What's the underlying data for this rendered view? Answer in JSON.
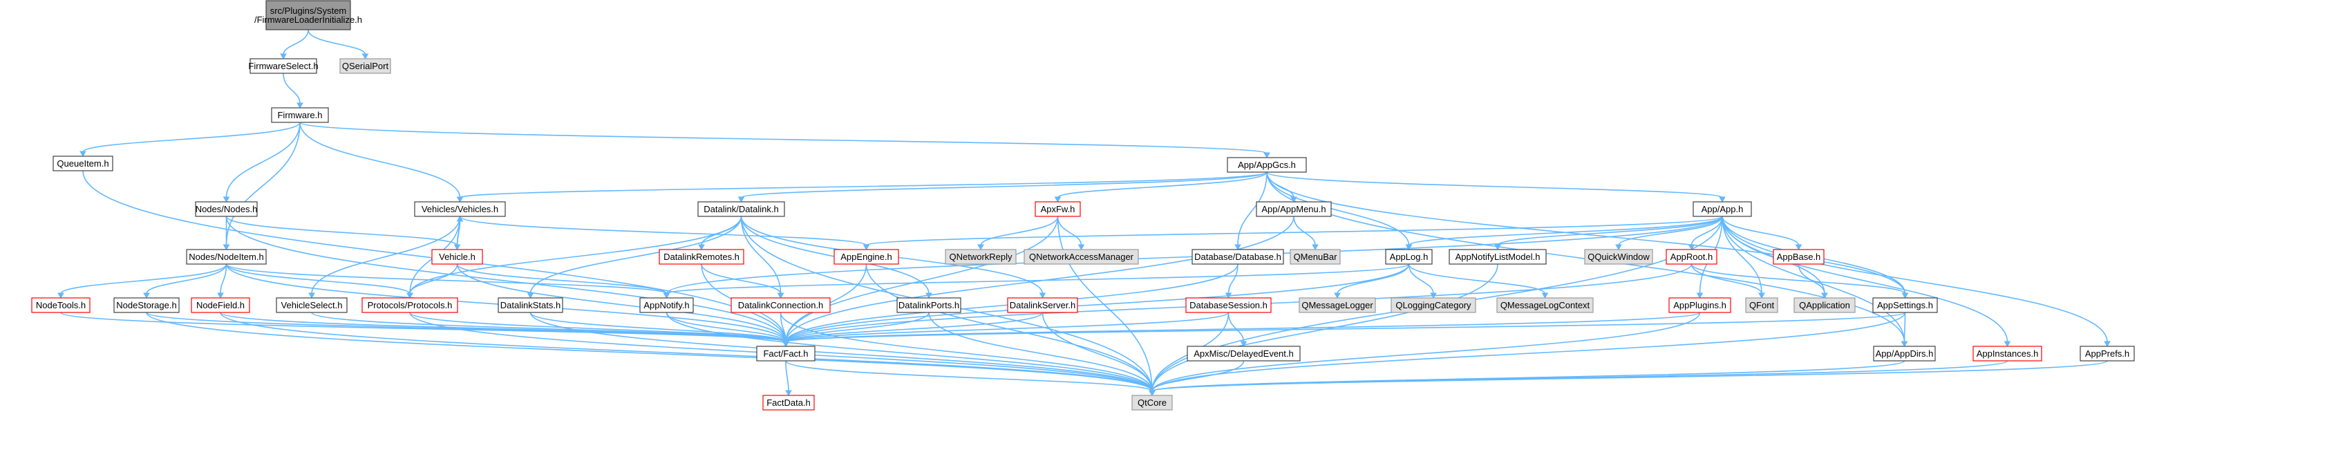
{
  "colors": {
    "edge": "#63b8ff",
    "node_fill": "#ffffff",
    "node_border": "#404040",
    "root_fill": "#999999",
    "external_fill": "#e0e0e0",
    "external_border": "#999999",
    "red_border": "#ff0000",
    "text": "#000000"
  },
  "nodes": [
    {
      "id": "root",
      "lines": [
        "src/Plugins/System",
        "/FirmwareLoaderInitialize.h"
      ],
      "kind": "root"
    },
    {
      "id": "firmwareselect",
      "lines": [
        "FirmwareSelect.h"
      ],
      "kind": "normal"
    },
    {
      "id": "qserialport",
      "lines": [
        "QSerialPort"
      ],
      "kind": "external"
    },
    {
      "id": "firmware",
      "lines": [
        "Firmware.h"
      ],
      "kind": "normal"
    },
    {
      "id": "queueitem",
      "lines": [
        "QueueItem.h"
      ],
      "kind": "normal"
    },
    {
      "id": "appgcs",
      "lines": [
        "App/AppGcs.h"
      ],
      "kind": "normal"
    },
    {
      "id": "nodes",
      "lines": [
        "Nodes/Nodes.h"
      ],
      "kind": "normal"
    },
    {
      "id": "vehicles",
      "lines": [
        "Vehicles/Vehicles.h"
      ],
      "kind": "normal"
    },
    {
      "id": "datalink",
      "lines": [
        "Datalink/Datalink.h"
      ],
      "kind": "normal"
    },
    {
      "id": "apxfw",
      "lines": [
        "ApxFw.h"
      ],
      "kind": "red"
    },
    {
      "id": "appmenu",
      "lines": [
        "App/AppMenu.h"
      ],
      "kind": "normal"
    },
    {
      "id": "app",
      "lines": [
        "App/App.h"
      ],
      "kind": "normal"
    },
    {
      "id": "nodeitem",
      "lines": [
        "Nodes/NodeItem.h"
      ],
      "kind": "normal"
    },
    {
      "id": "vehicle",
      "lines": [
        "Vehicle.h"
      ],
      "kind": "red"
    },
    {
      "id": "datalinkremotes",
      "lines": [
        "DatalinkRemotes.h"
      ],
      "kind": "red"
    },
    {
      "id": "appengine",
      "lines": [
        "AppEngine.h"
      ],
      "kind": "red"
    },
    {
      "id": "qnetworkreply",
      "lines": [
        "QNetworkReply"
      ],
      "kind": "external"
    },
    {
      "id": "qnam",
      "lines": [
        "QNetworkAccessManager"
      ],
      "kind": "external"
    },
    {
      "id": "database",
      "lines": [
        "Database/Database.h"
      ],
      "kind": "normal"
    },
    {
      "id": "qmenubar",
      "lines": [
        "QMenuBar"
      ],
      "kind": "external"
    },
    {
      "id": "applog",
      "lines": [
        "AppLog.h"
      ],
      "kind": "normal"
    },
    {
      "id": "appnotifylistmodel",
      "lines": [
        "AppNotifyListModel.h"
      ],
      "kind": "normal"
    },
    {
      "id": "qquickwindow",
      "lines": [
        "QQuickWindow"
      ],
      "kind": "external"
    },
    {
      "id": "approot",
      "lines": [
        "AppRoot.h"
      ],
      "kind": "red"
    },
    {
      "id": "appbase",
      "lines": [
        "AppBase.h"
      ],
      "kind": "red"
    },
    {
      "id": "nodetools",
      "lines": [
        "NodeTools.h"
      ],
      "kind": "red"
    },
    {
      "id": "nodestorage",
      "lines": [
        "NodeStorage.h"
      ],
      "kind": "normal"
    },
    {
      "id": "nodefield",
      "lines": [
        "NodeField.h"
      ],
      "kind": "red"
    },
    {
      "id": "vehicleselect",
      "lines": [
        "VehicleSelect.h"
      ],
      "kind": "normal"
    },
    {
      "id": "protocols",
      "lines": [
        "Protocols/Protocols.h"
      ],
      "kind": "red"
    },
    {
      "id": "datalinkstats",
      "lines": [
        "DatalinkStats.h"
      ],
      "kind": "normal"
    },
    {
      "id": "appnotify",
      "lines": [
        "AppNotify.h"
      ],
      "kind": "normal"
    },
    {
      "id": "datalinkconnection",
      "lines": [
        "DatalinkConnection.h"
      ],
      "kind": "red"
    },
    {
      "id": "datalinkports",
      "lines": [
        "DatalinkPorts.h"
      ],
      "kind": "normal"
    },
    {
      "id": "datalinkserver",
      "lines": [
        "DatalinkServer.h"
      ],
      "kind": "red"
    },
    {
      "id": "databasesession",
      "lines": [
        "DatabaseSession.h"
      ],
      "kind": "red"
    },
    {
      "id": "qmessagelogger",
      "lines": [
        "QMessageLogger"
      ],
      "kind": "external"
    },
    {
      "id": "qloggingcategory",
      "lines": [
        "QLoggingCategory"
      ],
      "kind": "external"
    },
    {
      "id": "qmessagelogcontext",
      "lines": [
        "QMessageLogContext"
      ],
      "kind": "external"
    },
    {
      "id": "appplugins",
      "lines": [
        "AppPlugins.h"
      ],
      "kind": "red"
    },
    {
      "id": "qfont",
      "lines": [
        "QFont"
      ],
      "kind": "external"
    },
    {
      "id": "qapplication",
      "lines": [
        "QApplication"
      ],
      "kind": "external"
    },
    {
      "id": "appsettings",
      "lines": [
        "AppSettings.h"
      ],
      "kind": "normal"
    },
    {
      "id": "fact",
      "lines": [
        "Fact/Fact.h"
      ],
      "kind": "normal"
    },
    {
      "id": "delayedevent",
      "lines": [
        "ApxMisc/DelayedEvent.h"
      ],
      "kind": "normal"
    },
    {
      "id": "appdirs",
      "lines": [
        "App/AppDirs.h"
      ],
      "kind": "normal"
    },
    {
      "id": "appinstances",
      "lines": [
        "AppInstances.h"
      ],
      "kind": "red"
    },
    {
      "id": "appprefs",
      "lines": [
        "AppPrefs.h"
      ],
      "kind": "normal"
    },
    {
      "id": "factdata",
      "lines": [
        "FactData.h"
      ],
      "kind": "red"
    },
    {
      "id": "qtcore",
      "lines": [
        "QtCore"
      ],
      "kind": "external"
    }
  ],
  "edges": [
    [
      "root",
      "firmwareselect"
    ],
    [
      "root",
      "qserialport"
    ],
    [
      "firmwareselect",
      "firmware"
    ],
    [
      "firmware",
      "queueitem"
    ],
    [
      "firmware",
      "appgcs"
    ],
    [
      "firmware",
      "nodes"
    ],
    [
      "firmware",
      "nodeitem"
    ],
    [
      "firmware",
      "vehicles"
    ],
    [
      "queueitem",
      "fact"
    ],
    [
      "appgcs",
      "vehicles"
    ],
    [
      "appgcs",
      "datalink"
    ],
    [
      "appgcs",
      "apxfw"
    ],
    [
      "appgcs",
      "appmenu"
    ],
    [
      "appgcs",
      "database"
    ],
    [
      "appgcs",
      "applog"
    ],
    [
      "appgcs",
      "app"
    ],
    [
      "appgcs",
      "appsettings"
    ],
    [
      "appgcs",
      "appdirs"
    ],
    [
      "nodes",
      "nodeitem"
    ],
    [
      "nodes",
      "vehicle"
    ],
    [
      "nodes",
      "fact"
    ],
    [
      "nodeitem",
      "nodetools"
    ],
    [
      "nodeitem",
      "nodestorage"
    ],
    [
      "nodeitem",
      "nodefield"
    ],
    [
      "nodeitem",
      "protocols"
    ],
    [
      "nodeitem",
      "appnotify"
    ],
    [
      "nodeitem",
      "fact"
    ],
    [
      "vehicles",
      "vehicle"
    ],
    [
      "vehicles",
      "vehicleselect"
    ],
    [
      "vehicles",
      "protocols"
    ],
    [
      "vehicles",
      "appengine"
    ],
    [
      "vehicle",
      "vehicles"
    ],
    [
      "vehicle",
      "protocols"
    ],
    [
      "vehicle",
      "appnotify"
    ],
    [
      "vehicle",
      "fact"
    ],
    [
      "datalink",
      "datalinkremotes"
    ],
    [
      "datalink",
      "datalinkconnection"
    ],
    [
      "datalink",
      "datalinkstats"
    ],
    [
      "datalink",
      "datalinkports"
    ],
    [
      "datalink",
      "datalinkserver"
    ],
    [
      "datalink",
      "protocols"
    ],
    [
      "datalink",
      "qtcore"
    ],
    [
      "datalinkremotes",
      "datalinkconnection"
    ],
    [
      "datalinkremotes",
      "fact"
    ],
    [
      "apxfw",
      "qnetworkreply"
    ],
    [
      "apxfw",
      "qnam"
    ],
    [
      "apxfw",
      "fact"
    ],
    [
      "apxfw",
      "qtcore"
    ],
    [
      "appmenu",
      "qmenubar"
    ],
    [
      "appmenu",
      "fact"
    ],
    [
      "database",
      "databasesession"
    ],
    [
      "database",
      "fact"
    ],
    [
      "app",
      "appengine"
    ],
    [
      "app",
      "applog"
    ],
    [
      "app",
      "appnotifylistmodel"
    ],
    [
      "app",
      "qquickwindow"
    ],
    [
      "app",
      "approot"
    ],
    [
      "app",
      "appbase"
    ],
    [
      "app",
      "appplugins"
    ],
    [
      "app",
      "appsettings"
    ],
    [
      "app",
      "appinstances"
    ],
    [
      "app",
      "appprefs"
    ],
    [
      "app",
      "qfont"
    ],
    [
      "app",
      "qapplication"
    ],
    [
      "app",
      "appnotify"
    ],
    [
      "app",
      "appdirs"
    ],
    [
      "app",
      "qtcore"
    ],
    [
      "applog",
      "qmessagelogger"
    ],
    [
      "applog",
      "qloggingcategory"
    ],
    [
      "applog",
      "qmessagelogcontext"
    ],
    [
      "applog",
      "fact"
    ],
    [
      "applog",
      "appnotify"
    ],
    [
      "appnotifylistmodel",
      "qtcore"
    ],
    [
      "approot",
      "qfont"
    ],
    [
      "approot",
      "appsettings"
    ],
    [
      "approot",
      "fact"
    ],
    [
      "appbase",
      "qapplication"
    ],
    [
      "appengine",
      "fact"
    ],
    [
      "appengine",
      "qtcore"
    ],
    [
      "nodetools",
      "fact"
    ],
    [
      "nodestorage",
      "fact"
    ],
    [
      "nodestorage",
      "qtcore"
    ],
    [
      "nodefield",
      "fact"
    ],
    [
      "nodefield",
      "qtcore"
    ],
    [
      "vehicleselect",
      "fact"
    ],
    [
      "protocols",
      "fact"
    ],
    [
      "protocols",
      "qtcore"
    ],
    [
      "datalinkstats",
      "fact"
    ],
    [
      "datalinkstats",
      "qtcore"
    ],
    [
      "appnotify",
      "fact"
    ],
    [
      "appnotify",
      "qtcore"
    ],
    [
      "datalinkconnection",
      "fact"
    ],
    [
      "datalinkconnection",
      "qtcore"
    ],
    [
      "datalinkports",
      "fact"
    ],
    [
      "datalinkports",
      "qtcore"
    ],
    [
      "datalinkserver",
      "fact"
    ],
    [
      "datalinkserver",
      "qtcore"
    ],
    [
      "databasesession",
      "fact"
    ],
    [
      "databasesession",
      "delayedevent"
    ],
    [
      "databasesession",
      "qtcore"
    ],
    [
      "appplugins",
      "fact"
    ],
    [
      "appplugins",
      "qtcore"
    ],
    [
      "appsettings",
      "fact"
    ],
    [
      "appsettings",
      "appdirs"
    ],
    [
      "appsettings",
      "qtcore"
    ],
    [
      "fact",
      "factdata"
    ],
    [
      "fact",
      "qtcore"
    ],
    [
      "delayedevent",
      "qtcore"
    ],
    [
      "appdirs",
      "qtcore"
    ],
    [
      "appinstances",
      "qtcore"
    ],
    [
      "appprefs",
      "qtcore"
    ]
  ]
}
